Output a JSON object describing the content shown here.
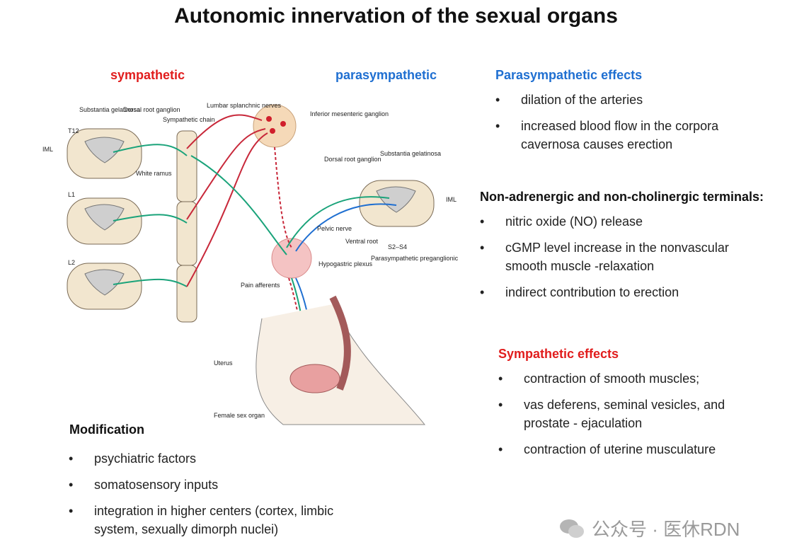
{
  "title": "Autonomic innervation of the sexual organs",
  "labels": {
    "sympathetic": "sympathetic",
    "parasympathetic": "parasympathetic"
  },
  "diagram": {
    "substantia_gelatinosa_1": "Substantia gelatinosa",
    "dorsal_root_ganglion_1": "Dorsal root ganglion",
    "sympathetic_chain": "Sympathetic chain",
    "lumbar_splanchnic": "Lumbar splanchnic nerves",
    "inferior_mesenteric": "Inferior mesenteric ganglion",
    "t12": "T12",
    "iml_left": "IML",
    "white_ramus": "White ramus",
    "l1": "L1",
    "l2": "L2",
    "dorsal_root_ganglion_2": "Dorsal root ganglion",
    "substantia_gelatinosa_2": "Substantia gelatinosa",
    "iml_right": "IML",
    "pelvic_nerve": "Pelvic nerve",
    "ventral_root": "Ventral root",
    "s2s4": "S2–S4",
    "hypogastric_plexus": "Hypogastric plexus",
    "parasympathetic_preganglionic": "Parasympathetic preganglionic neurons",
    "pain_afferents": "Pain afferents",
    "uterus": "Uterus",
    "female_sex_organ": "Female sex organ"
  },
  "parasympathetic_effects": {
    "heading": "Parasympathetic effects",
    "items": [
      "dilation of the arteries",
      "increased blood flow in the corpora cavernosa causes erection"
    ]
  },
  "nanc": {
    "heading": "Non-adrenergic and non-cholinergic terminals:",
    "items": [
      "nitric oxide (NO) release",
      "cGMP level increase in the nonvascular smooth muscle -relaxation",
      "indirect contribution to erection"
    ]
  },
  "sympathetic_effects": {
    "heading": "Sympathetic effects",
    "items": [
      "contraction of smooth muscles;",
      "vas deferens, seminal vesicles, and prostate - ejaculation",
      "contraction of uterine musculature"
    ]
  },
  "modification": {
    "heading": "Modification",
    "items": [
      "psychiatric factors",
      "somatosensory inputs",
      "integration in higher centers (cortex, limbic system, sexually dimorph nuclei)"
    ]
  },
  "watermark": "公众号 · 医休RDN",
  "colors": {
    "red": "#e11d1d",
    "blue": "#1f6fd1",
    "green": "#1aa37a",
    "nerve_red": "#c8283a"
  }
}
